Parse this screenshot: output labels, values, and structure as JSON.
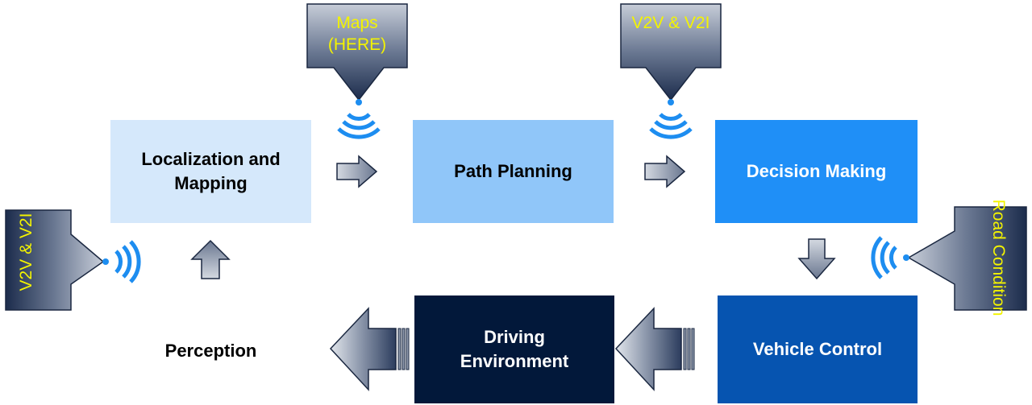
{
  "blocks": {
    "localization": "Localization and Mapping",
    "path_planning": "Path Planning",
    "decision_making": "Decision Making",
    "vehicle_control": "Vehicle Control",
    "driving_environment": "Driving Environment",
    "perception": "Perception"
  },
  "inputs": {
    "maps": "Maps (HERE)",
    "v2v_top": "V2V & V2I",
    "v2v_left": "V2V & V2I",
    "road_condition": "Road Condition"
  },
  "colors": {
    "localization": "#d5e8fb",
    "path_planning": "#90c6f9",
    "decision_making": "#1f8ff7",
    "vehicle_control": "#0654b0",
    "driving_environment": "#02183a",
    "wireless": "#1d8df0",
    "input_label": "#f4f400"
  },
  "icons": {
    "input_sources": "down-arrow-callout",
    "signal": "wifi-signal-icon",
    "flow": "block-arrow-icon"
  }
}
